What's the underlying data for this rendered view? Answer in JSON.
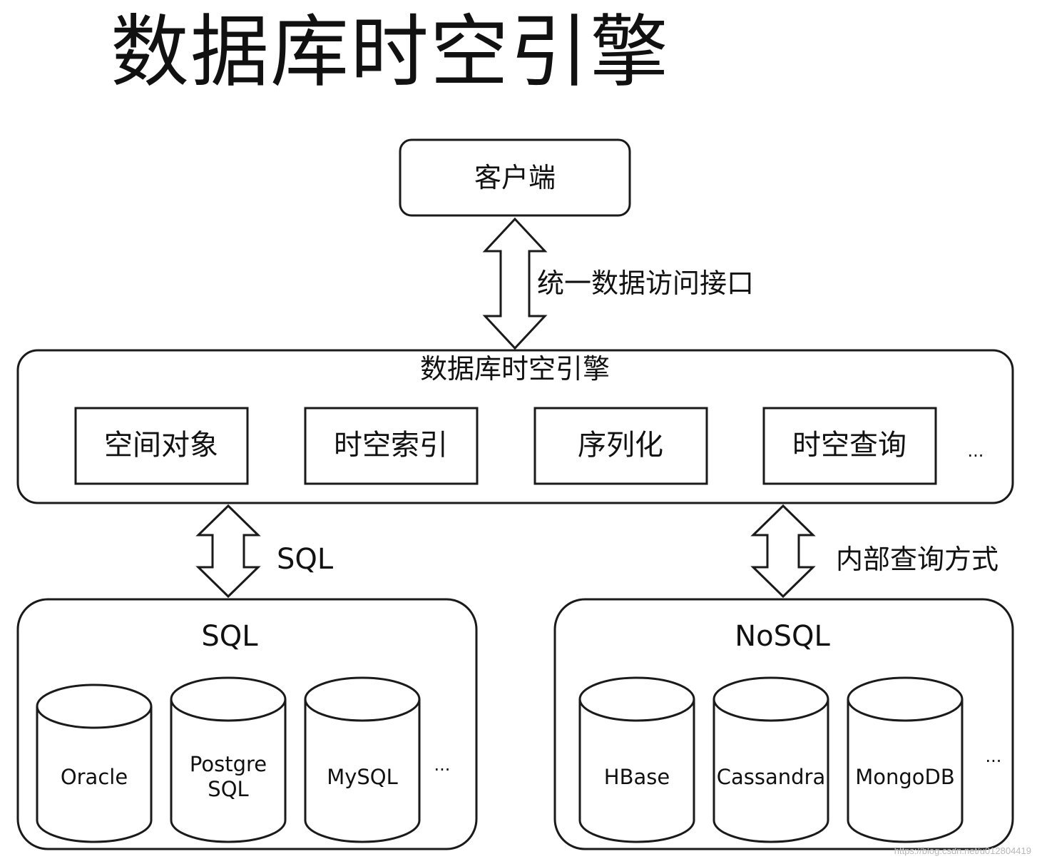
{
  "title": "数据库时空引擎",
  "client": {
    "label": "客户端"
  },
  "api_arrow": {
    "label": "统一数据访问接口"
  },
  "engine": {
    "label": "数据库时空引擎",
    "modules": [
      {
        "label": "空间对象"
      },
      {
        "label": "时空索引"
      },
      {
        "label": "序列化"
      },
      {
        "label": "时空查询"
      }
    ],
    "more": "..."
  },
  "sql_arrow": {
    "label": "SQL"
  },
  "nosql_arrow": {
    "label": "内部查询方式"
  },
  "sql_group": {
    "label": "SQL",
    "databases": [
      {
        "lines": [
          "Oracle"
        ]
      },
      {
        "lines": [
          "Postgre",
          "SQL"
        ]
      },
      {
        "lines": [
          "MySQL"
        ]
      }
    ],
    "more": "..."
  },
  "nosql_group": {
    "label": "NoSQL",
    "databases": [
      {
        "lines": [
          "HBase"
        ]
      },
      {
        "lines": [
          "Cassandra"
        ]
      },
      {
        "lines": [
          "MongoDB"
        ]
      }
    ],
    "more": "..."
  },
  "watermark": "https://blog.csdn.net/u012804419"
}
